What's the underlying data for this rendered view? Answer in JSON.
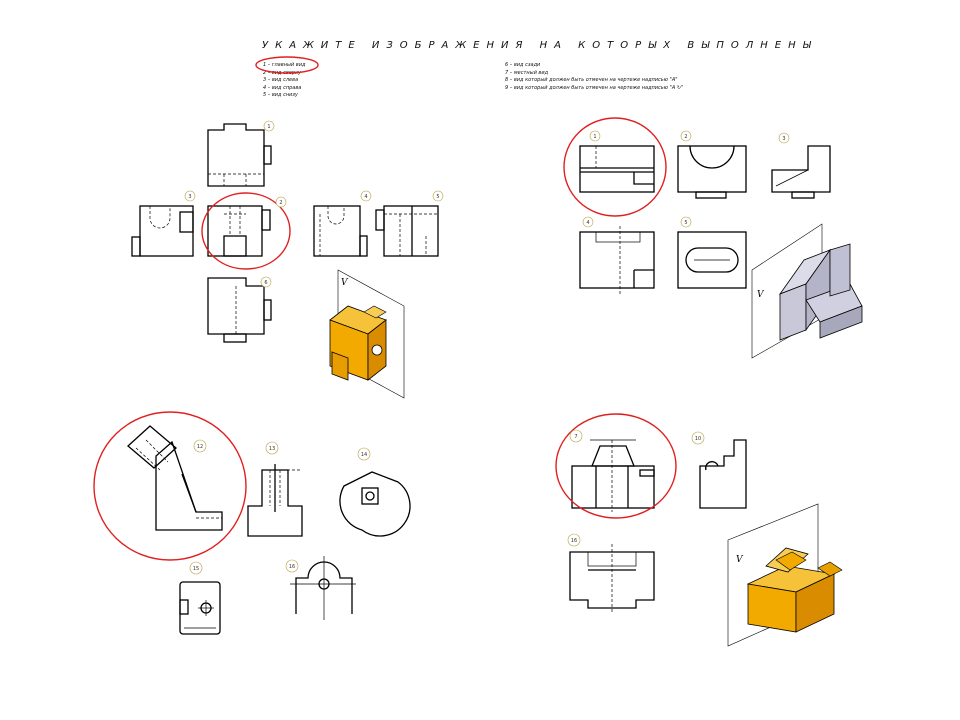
{
  "title": "УКАЖИТЕ ИЗОБРАЖЕНИЯ НА КОТОРЫХ ВЫПОЛНЕНЫ",
  "legend_left": [
    "1 – главный вид",
    "2 – вид сверху",
    "3 – вид слева",
    "4 – вид справа",
    "5 – вид снизу"
  ],
  "legend_right": [
    "6 – вид сзади",
    "7 – местный вид",
    "8 – вид который должен быть отмечен на чертеже надписью \"А\"",
    "9 – вид который должен быть отмечен на чертеже надписью \"А ↻\""
  ],
  "plane_label": "V",
  "colors": {
    "highlight_circle": "#e02020",
    "model_orange": "#f2a900",
    "model_grey": "#c8c8d8"
  },
  "tags": {
    "g1_top": "1",
    "g1_left": "3",
    "g1_center": "2",
    "g1_right1": "4",
    "g1_right2": "5",
    "g1_bottom": "6",
    "g2_a": "1",
    "g2_b": "2",
    "g2_c": "3",
    "g2_d": "4",
    "g2_e": "5",
    "g3_a": "12",
    "g3_b": "13",
    "g3_c": "14",
    "g3_d": "15",
    "g3_e": "16",
    "g4_a": "7",
    "g4_b": "10",
    "g4_c": "16"
  }
}
